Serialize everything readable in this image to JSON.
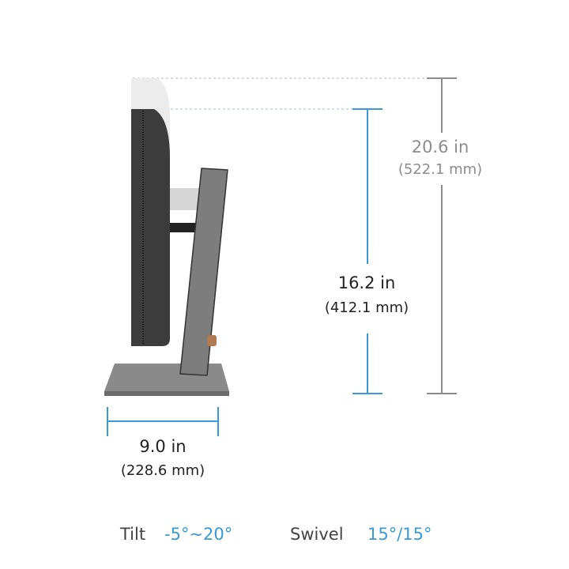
{
  "dimensions": {
    "total_height": {
      "imperial": "20.6 in",
      "metric": "(522.1 mm)"
    },
    "panel_height": {
      "imperial": "16.2 in",
      "metric": "(412.1 mm)"
    },
    "base_depth": {
      "imperial": "9.0 in",
      "metric": "(228.6 mm)"
    }
  },
  "specs": {
    "tilt_label": "Tilt",
    "tilt_value": "-5°~20°",
    "swivel_label": "Swivel",
    "swivel_value": "15°/15°"
  },
  "colors": {
    "accent": "#3a9ad9",
    "measure_gray": "#8c8c8c",
    "text_dark": "#333333"
  }
}
